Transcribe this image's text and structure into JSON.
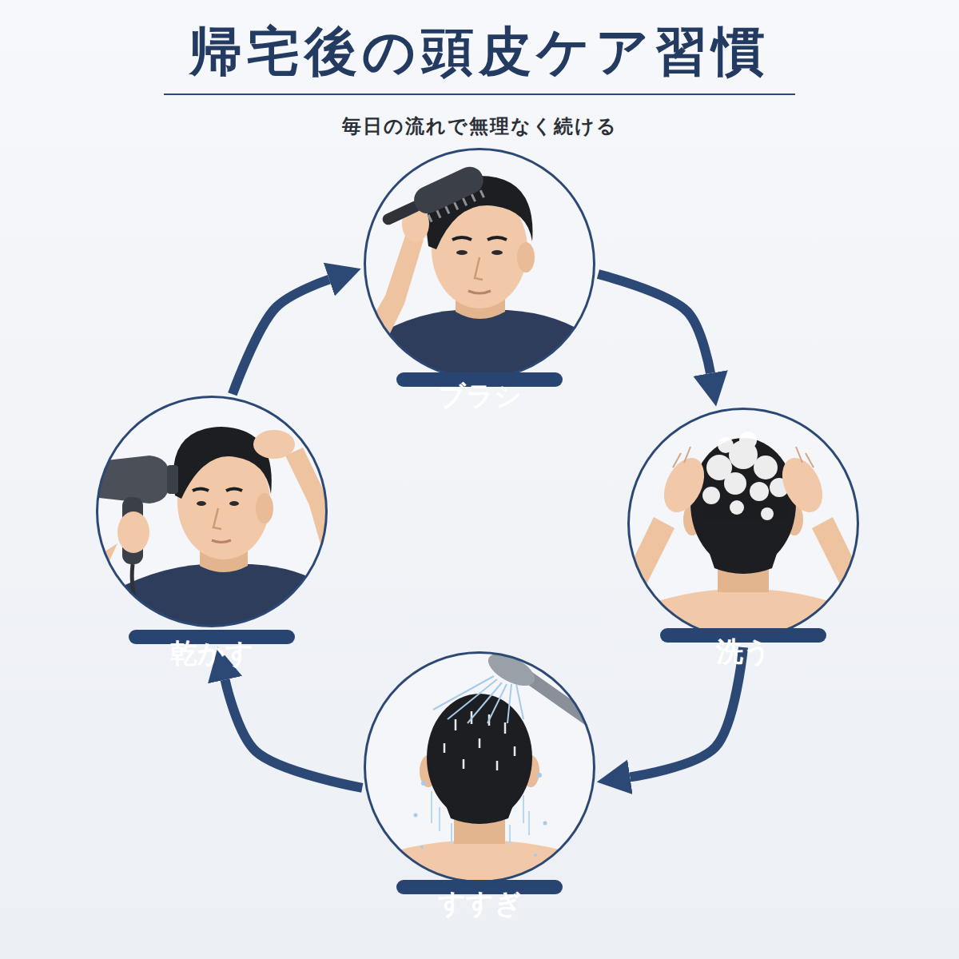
{
  "diagram": {
    "title": "帰宅後の頭皮ケア習慣",
    "nodes": [
      {
        "text": [
          "ブラシ"
        ]
      },
      {
        "text": [
          "洗う"
        ]
      },
      {
        "text": [
          "すすぎ"
        ]
      },
      {
        "text": [
          "乾かす"
        ]
      }
    ],
    "edges": [
      {
        "from": 0,
        "to": 1,
        "arrow": "to"
      },
      {
        "from": 1,
        "to": 2,
        "arrow": "to"
      },
      {
        "from": 2,
        "to": 3,
        "arrow": "to"
      },
      {
        "from": 3,
        "to": 0,
        "arrow": "to"
      }
    ],
    "labels": [
      "毎日の流れで無理なく続ける"
    ]
  }
}
